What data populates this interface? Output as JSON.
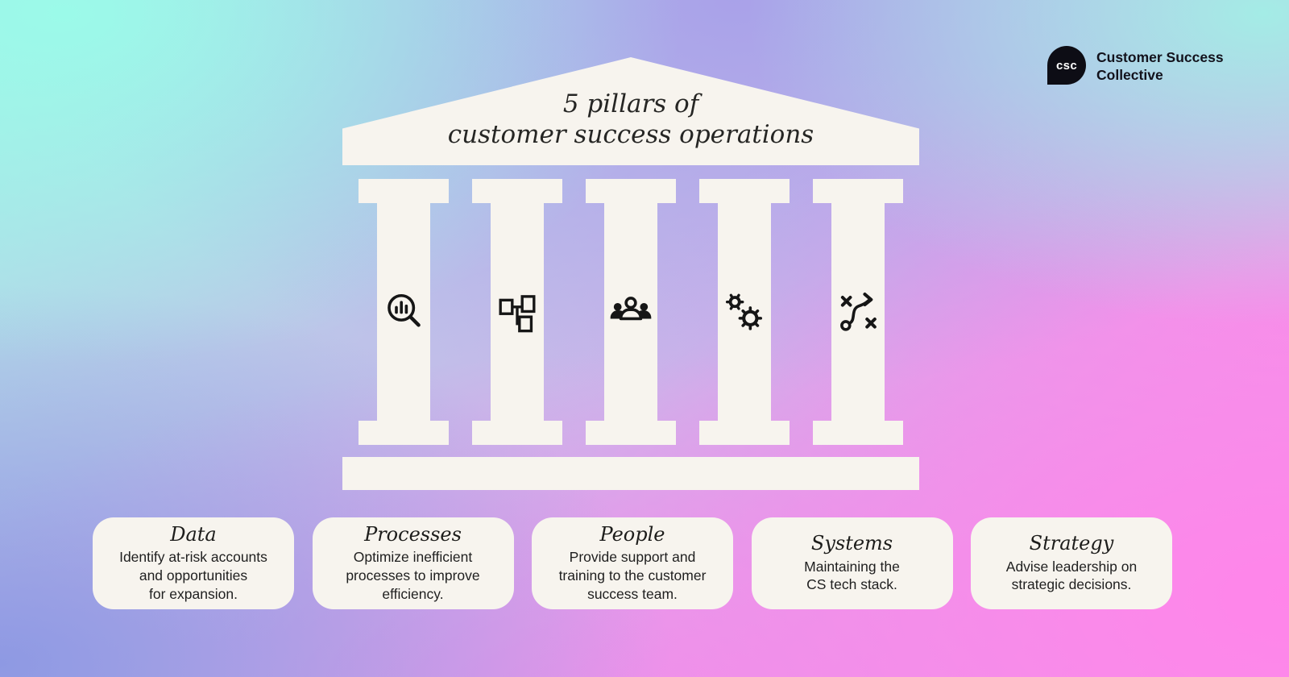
{
  "brand": {
    "monogram": "csc",
    "name": "Customer Success\nCollective"
  },
  "temple": {
    "title": "5 pillars of\ncustomer success operations",
    "pillars": [
      {
        "id": "data",
        "icon": "magnifier-bar-chart-icon"
      },
      {
        "id": "processes",
        "icon": "flowchart-icon"
      },
      {
        "id": "people",
        "icon": "team-icon"
      },
      {
        "id": "systems",
        "icon": "gears-icon"
      },
      {
        "id": "strategy",
        "icon": "strategy-path-icon"
      }
    ]
  },
  "cards": [
    {
      "title": "Data",
      "description": "Identify at-risk accounts\nand opportunities\nfor expansion."
    },
    {
      "title": "Processes",
      "description": "Optimize inefficient\nprocesses to improve\nefficiency."
    },
    {
      "title": "People",
      "description": "Provide support and\ntraining to the customer\nsuccess team."
    },
    {
      "title": "Systems",
      "description": "Maintaining the\nCS tech stack."
    },
    {
      "title": "Strategy",
      "description": "Advise leadership on\nstrategic decisions."
    }
  ],
  "colors": {
    "surface": "#f7f4ee",
    "ink": "#161616",
    "logo_bg": "#0d0d15",
    "logo_text": "#ffffff",
    "gradient_top_left": "#9bfae9",
    "gradient_top_center": "#a8a0e9",
    "gradient_top_right": "#a4ece6",
    "gradient_bottom_left": "#8e99e3",
    "gradient_bottom_center": "#f08fea",
    "gradient_bottom_right": "#ff85ea"
  }
}
